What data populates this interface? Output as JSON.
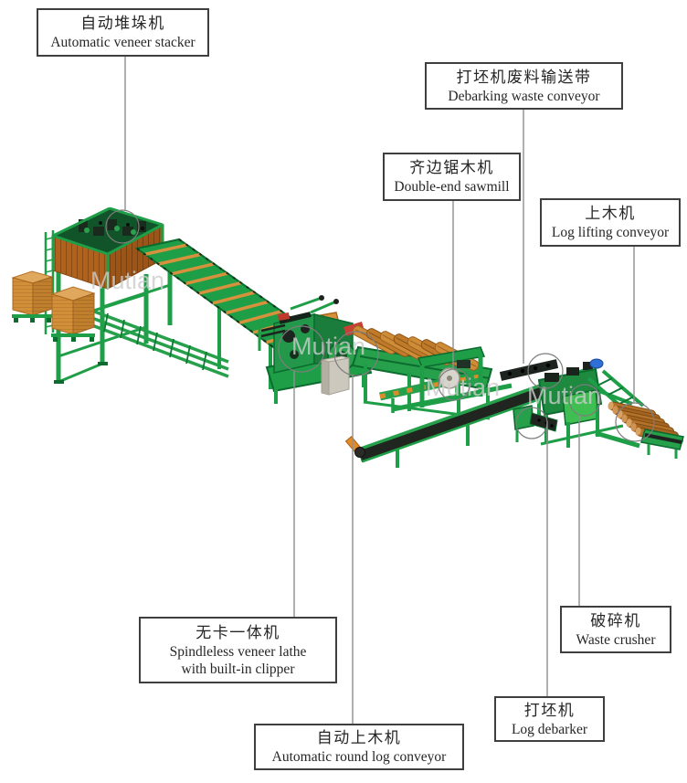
{
  "watermark": {
    "text": "Mutian"
  },
  "colors": {
    "machine_green": "#1f9e48",
    "machine_green_dark": "#0c6b2e",
    "machine_green_bright": "#3fbf52",
    "wood_orange": "#d18f3a",
    "fence_orange": "#b0621c",
    "belt_black": "#20251f",
    "accent_red": "#c23b2e",
    "accent_blue": "#2f6fd6",
    "cabinet_gray": "#ccc8bd",
    "callout_line": "#8f8f8f",
    "label_border": "#3f3f3f",
    "text": "#262626"
  },
  "labels": [
    {
      "id": "veneer-stacker",
      "cn": "自动堆垛机",
      "en": "Automatic veneer stacker"
    },
    {
      "id": "debarking-waste-conveyor",
      "cn": "打坯机废料输送带",
      "en": "Debarking waste conveyor"
    },
    {
      "id": "double-end-sawmill",
      "cn": "齐边锯木机",
      "en": "Double-end sawmill"
    },
    {
      "id": "log-lifting-conveyor",
      "cn": "上木机",
      "en": "Log lifting conveyor"
    },
    {
      "id": "spindleless-lathe",
      "cn": "无卡一体机",
      "en": "Spindleless veneer lathe",
      "en2": "with built-in clipper"
    },
    {
      "id": "round-log-conveyor",
      "cn": "自动上木机",
      "en": "Automatic round log conveyor"
    },
    {
      "id": "waste-crusher",
      "cn": "破碎机",
      "en": "Waste crusher"
    },
    {
      "id": "log-debarker",
      "cn": "打坯机",
      "en": "Log debarker"
    }
  ]
}
